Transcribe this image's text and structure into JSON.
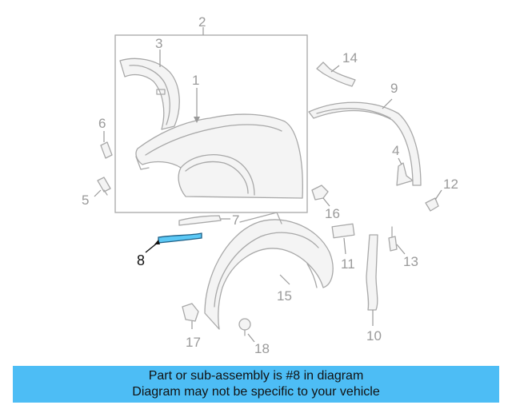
{
  "diagram": {
    "labels": {
      "p1": "1",
      "p2": "2",
      "p3": "3",
      "p4": "4",
      "p5": "5",
      "p6": "6",
      "p7": "7",
      "p8": "8",
      "p9": "9",
      "p10": "10",
      "p11": "11",
      "p12": "12",
      "p13": "13",
      "p14": "14",
      "p15": "15",
      "p16": "16",
      "p17": "17",
      "p18": "18"
    },
    "highlight_part": "8",
    "colors": {
      "highlight": "#5bc8f5",
      "banner": "#4dbdf5",
      "line": "#a8a8a8"
    }
  },
  "banner": {
    "line1": "Part or sub-assembly is #8 in diagram",
    "line2": "Diagram may not be specific to your vehicle"
  }
}
